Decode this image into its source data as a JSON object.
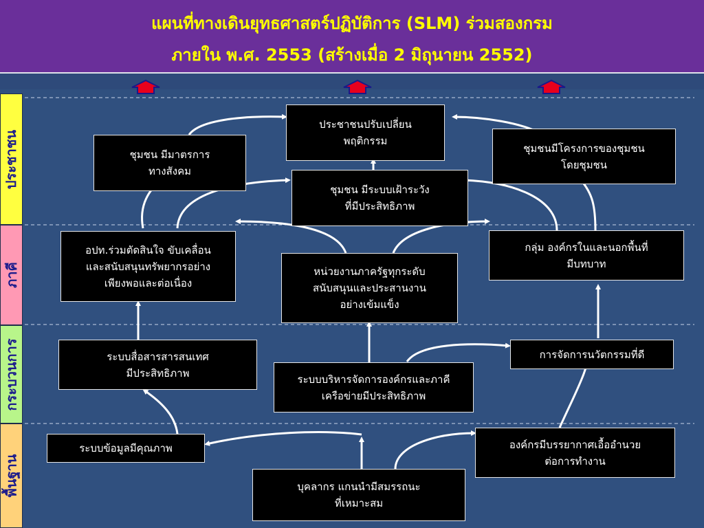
{
  "title": {
    "line1": "แผนที่ทางเดินยุทธศาสตร์ปฏิบัติการ (SLM) ร่วมสองกรม",
    "line2": "ภายใน พ.ศ. 2553 (สร้างเมื่อ 2 มิถุนายน 2552)"
  },
  "perspectives": {
    "people": "ประชาชน",
    "partners": "ภาคี",
    "process": "กระบวนการ",
    "foundation": "พื้นฐาน"
  },
  "boxes": {
    "people_behavior": "ประชาชนปรับเปลี่ยน\nพฤติกรรม",
    "community_social": "ชุมชน มีมาตรการ\nทางสังคม",
    "community_projects": "ชุมชนมีโครงการของชุมชน\nโดยชุมชน",
    "community_surveillance": "ชุมชน มีระบบเฝ้าระวัง\nที่มีประสิทธิภาพ",
    "local_admin": "อปท.ร่วมตัดสินใจ ขับเคลื่อน\nและสนับสนุนทรัพยากรอย่าง\nเพียงพอและต่อเนื่อง",
    "govt_agencies": "หน่วยงานภาครัฐทุกระดับ\nสนับสนุนและประสานงาน\nอย่างเข้มแข็ง",
    "local_groups": "กลุ่ม องค์กรในและนอกพื้นที่\nมีบทบาท",
    "communication": "ระบบสื่อสารสารสนเทศ\nมีประสิทธิภาพ",
    "innovation": "การจัดการนวัตกรรมที่ดี",
    "network_mgmt": "ระบบบริหารจัดการองค์กรและภาคี\nเครือข่ายมีประสิทธิภาพ",
    "quality_data": "ระบบข้อมูลมีคุณภาพ",
    "org_climate": "องค์กรมีบรรยากาศเอื้ออำนวย\nต่อการทำงาน",
    "personnel": "บุคลากร แกนนำมีสมรรถนะ\nที่เหมาะสม"
  },
  "colors": {
    "header_bg": "#6a2f9a",
    "title_text": "#ffff00",
    "background": "#30507f",
    "box_bg": "#000000",
    "arrow": "#ffffff",
    "house_marker": "#e8001c",
    "side_people": "#ffff40",
    "side_partners": "#ff99b4",
    "side_process": "#b8f58a",
    "side_foundation": "#ffd27a"
  },
  "icons": [
    "house-marker-icon"
  ]
}
